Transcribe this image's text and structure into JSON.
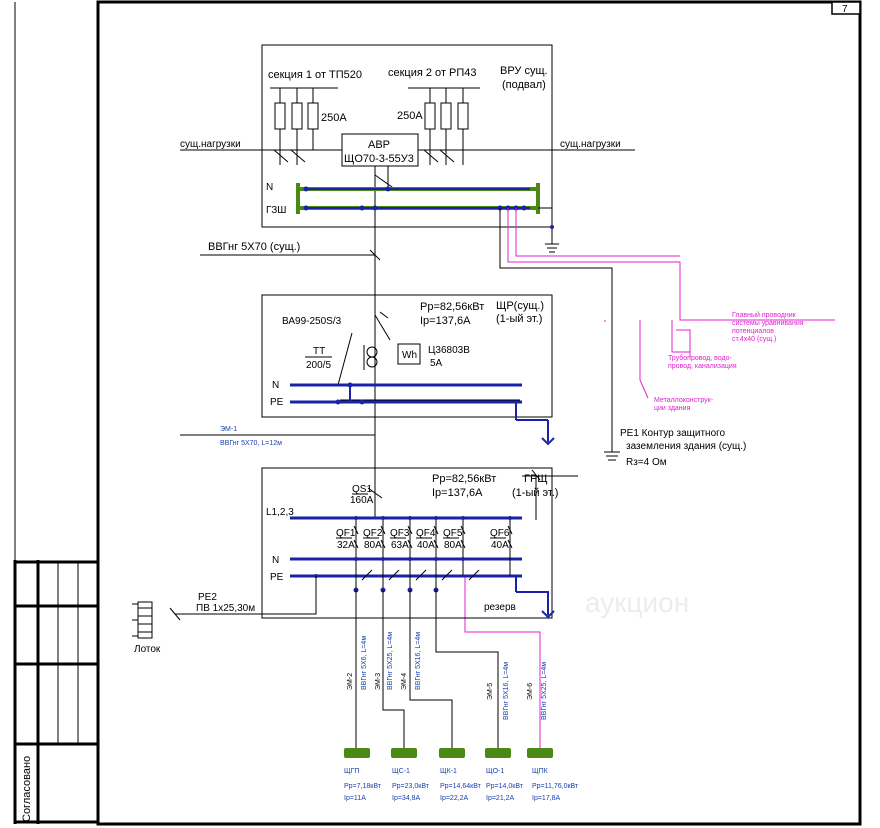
{
  "page_number": "7",
  "colors": {
    "blue": "#1a23a8",
    "green": "#4a8a14",
    "pink": "#e020d0",
    "frame": "#000000"
  },
  "title_block": {
    "rotated_label": "Согласовано"
  },
  "vru": {
    "section1": "секция 1 от ТП520",
    "section2": "секция 2 от РП43",
    "name": "ВРУ сущ.",
    "location": "(подвал)",
    "fuse_left": "250А",
    "fuse_right": "250А",
    "avr_title": "АВР",
    "avr_model": "ЩО70-3-55У3",
    "load_left": "сущ.нагрузки",
    "load_right": "сущ.нагрузки",
    "bus_n": "N",
    "bus_gzsh": "ГЗШ"
  },
  "cable_vru_shr": "ВВГнг 5Х70 (сущ.)",
  "shr": {
    "breaker": "ВА99-250S/3",
    "power": "Рр=82,56кВт",
    "current": "Iр=137,6А",
    "name": "ЩР(сущ.)",
    "floor": "(1-ый эт.)",
    "tt": "ТТ",
    "tt_ratio": "200/5",
    "meter": "Wh",
    "meter_model": "Ц36803В",
    "meter_current": "5А",
    "bus_n": "N",
    "bus_pe": "PE"
  },
  "em1": {
    "label": "ЭМ-1",
    "cable": "ВВГнг 5Х70, L=12м"
  },
  "ground_system": {
    "main_conductor": [
      "Главный проводник",
      "системы уравнивания",
      "потенциалов",
      "ст.4х40 (сущ.)"
    ],
    "pipes": [
      "Трубопровод, водо-",
      "провод, канализация"
    ],
    "metal": [
      "Металлоконструк-",
      "ции здания"
    ],
    "pe1": "РЕ1 Контур защитного",
    "pe1_2": "заземления здания (сущ.)",
    "rz": "Rз=4 Ом"
  },
  "grshch": {
    "power": "Рр=82,56кВт",
    "current": "Iр=137,6А",
    "name": "ГРЩ",
    "floor": "(1-ый эт.)",
    "qs1": "QS1",
    "qs1_rating": "160А",
    "bus_l": "L1,2,3",
    "bus_n": "N",
    "bus_pe": "PE",
    "breakers": [
      {
        "id": "QF1",
        "rating": "32А"
      },
      {
        "id": "QF2",
        "rating": "80А"
      },
      {
        "id": "QF3",
        "rating": "63А"
      },
      {
        "id": "QF4",
        "rating": "40А"
      },
      {
        "id": "QF5",
        "rating": "80А"
      },
      {
        "id": "QF6",
        "rating": "40А"
      }
    ],
    "reserve": "резерв"
  },
  "pe2": {
    "label": "РЕ2",
    "cable": "ПВ 1х25,30м",
    "tray": "Лоток"
  },
  "feeders": [
    {
      "em": "ЭМ-2",
      "cable": "ВВГнг 5Х6, L=4м",
      "panel": "ЩГП",
      "power": "Рр=7,18кВт",
      "current": "Iр=11А"
    },
    {
      "em": "ЭМ-3",
      "cable": "ВВГнг 5Х25, L=4м",
      "panel": "ЩС-1",
      "power": "Рр=23,0кВт",
      "current": "Iр=34,8А"
    },
    {
      "em": "ЭМ-4",
      "cable": "ВВГнг 5Х16, L=4м",
      "panel": "ЩК-1",
      "power": "Рр=14,64кВт",
      "current": "Iр=22,2А"
    },
    {
      "em": "ЭМ-5",
      "cable": "ВВГнг 5Х16, L=4м",
      "panel": "ЩО-1",
      "power": "Рр=14,0кВт",
      "current": "Iр=21,2А"
    },
    {
      "em": "ЭМ-6",
      "cable": "ВВГнг 5Х25, L=4м",
      "panel": "ЩПК",
      "power": "Рр=11,76,0кВт",
      "current": "Iр=17,8А"
    }
  ],
  "watermark": "аукцион"
}
